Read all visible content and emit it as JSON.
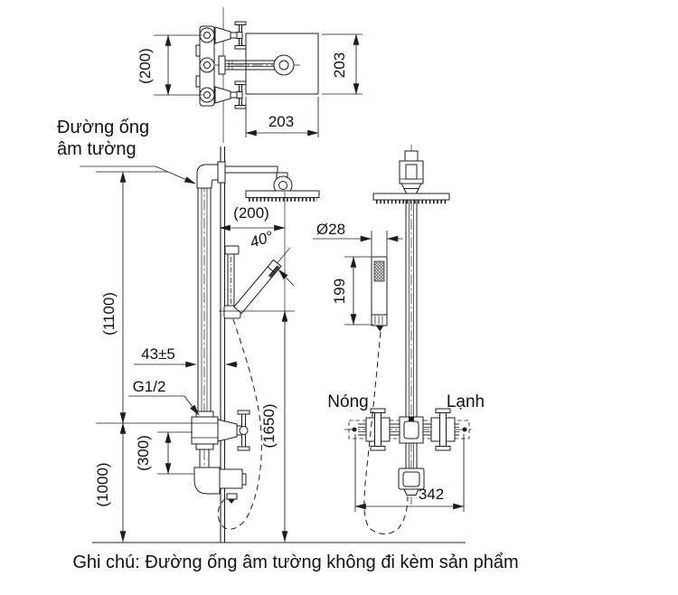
{
  "drawing": {
    "labels": {
      "concealed_pipe_line1": "Đường ống",
      "concealed_pipe_line2": "âm tường",
      "hot": "Nóng",
      "cold": "Lạnh"
    },
    "dimensions": {
      "top_view": {
        "port_spacing": "(200)",
        "plate_height": "203",
        "plate_width": "203"
      },
      "front_view": {
        "arm_reach": "(200)",
        "handshower_angle": "40°",
        "pipe_offset": "43±5",
        "thread": "G1/2",
        "spout_drop": "(300)",
        "valve_height": "(1000)",
        "pipe_rise": "(1100)",
        "holder_height": "(1650)"
      },
      "side_view": {
        "handshower_diameter": "Ø28",
        "handshower_length": "199",
        "inlet_spacing": "342"
      }
    },
    "note": "Ghi chú: Đường ống âm tường không đi kèm sản phẩm"
  }
}
